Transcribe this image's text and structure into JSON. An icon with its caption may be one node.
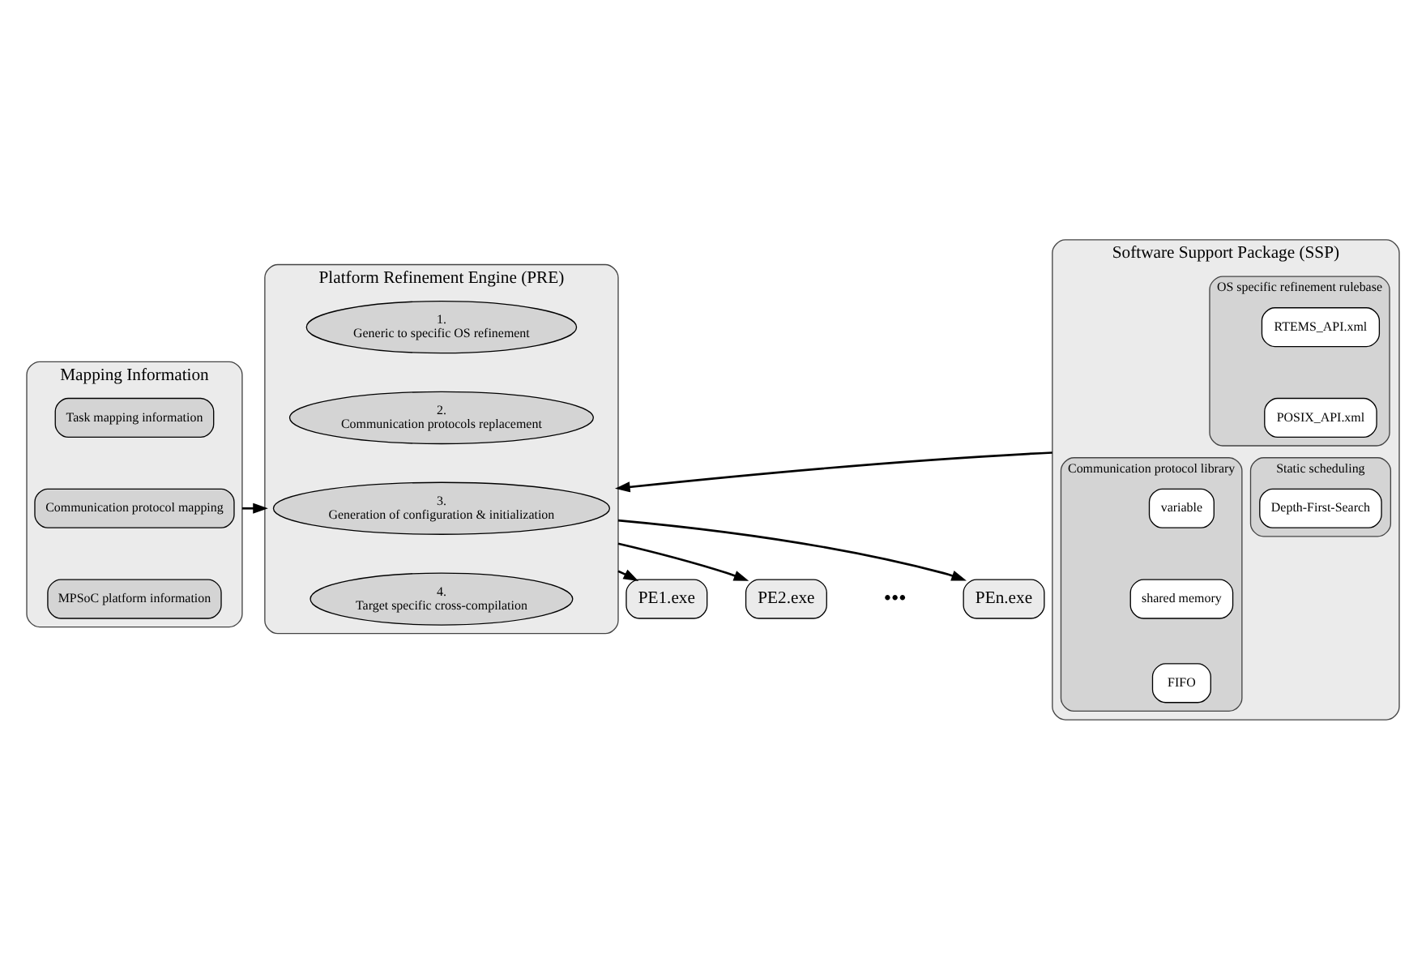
{
  "diagram": {
    "nodes": [
      {
        "text": [
          "Mapping Information"
        ]
      },
      {
        "text": [
          "Task mapping information"
        ],
        "in": 0
      },
      {
        "text": [
          "Communication protocol mapping"
        ],
        "in": 0
      },
      {
        "text": [
          "MPSoC platform information"
        ],
        "in": 0
      },
      {
        "text": [
          "Platform Refinement Engine (PRE)"
        ]
      },
      {
        "text": [
          "1.",
          "Generic to specific OS refinement"
        ],
        "in": 4
      },
      {
        "text": [
          "2.",
          "Communication protocols replacement"
        ],
        "in": 4
      },
      {
        "text": [
          "3.",
          "Generation of configuration & initialization"
        ],
        "in": 4
      },
      {
        "text": [
          "4.",
          "Target specific cross-compilation"
        ],
        "in": 4
      },
      {
        "text": [
          "Software Support Package (SSP)"
        ]
      },
      {
        "text": [
          "OS specific refinement rulebase"
        ],
        "in": 9
      },
      {
        "text": [
          "RTEMS_API.xml"
        ],
        "in": 10
      },
      {
        "text": [
          "POSIX_API.xml"
        ],
        "in": 10
      },
      {
        "text": [
          "Static scheduling"
        ],
        "in": 9
      },
      {
        "text": [
          "Depth-First-Search"
        ],
        "in": 13
      },
      {
        "text": [
          "Communication protocol library"
        ],
        "in": 9
      },
      {
        "text": [
          "variable"
        ],
        "in": 15
      },
      {
        "text": [
          "shared memory"
        ],
        "in": 15
      },
      {
        "text": [
          "FIFO"
        ],
        "in": 15
      },
      {
        "text": [
          "PE1.exe"
        ]
      },
      {
        "text": [
          "PE2.exe"
        ]
      },
      {
        "text": [
          "PEn.exe"
        ]
      }
    ],
    "edges": [
      {
        "from": 0,
        "to": 4,
        "arrow": "to"
      },
      {
        "from": 9,
        "to": 4,
        "arrow": "to"
      },
      {
        "from": 4,
        "to": 19,
        "arrow": "to"
      },
      {
        "from": 4,
        "to": 20,
        "arrow": "to"
      },
      {
        "from": 4,
        "to": 21,
        "arrow": "to"
      }
    ],
    "labels": [
      "•••"
    ]
  }
}
